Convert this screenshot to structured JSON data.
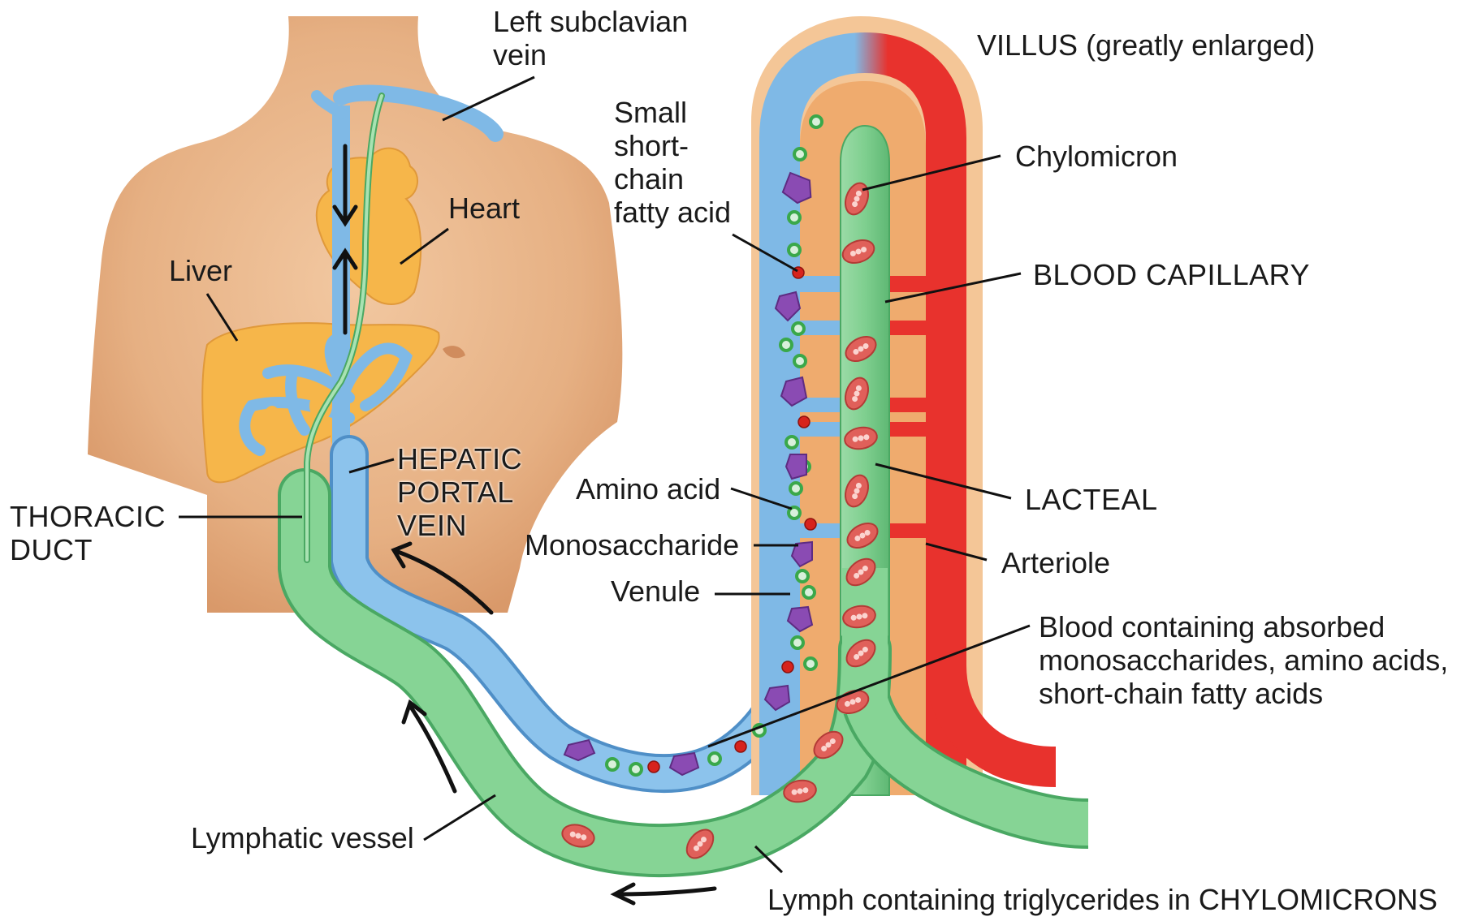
{
  "labels": {
    "left_subclavian_vein": [
      "Left subclavian",
      "vein"
    ],
    "villus": "VILLUS (greatly enlarged)",
    "small_short_chain_fatty_acid": [
      "Small",
      "short-",
      "chain",
      "fatty acid"
    ],
    "chylomicron": "Chylomicron",
    "heart": "Heart",
    "liver": "Liver",
    "blood_capillary": "BLOOD CAPILLARY",
    "hepatic_portal_vein": [
      "HEPATIC",
      "PORTAL",
      "VEIN"
    ],
    "thoracic_duct": [
      "THORACIC",
      "DUCT"
    ],
    "amino_acid": "Amino acid",
    "lacteal": "LACTEAL",
    "monosaccharide": "Monosaccharide",
    "arteriole": "Arteriole",
    "venule": "Venule",
    "blood_containing": [
      "Blood containing absorbed",
      "monosaccharides, amino acids,",
      "short-chain fatty acids"
    ],
    "lymphatic_vessel": "Lymphatic vessel",
    "lymph_containing": "Lymph containing triglycerides in CHYLOMICRONS"
  },
  "colors": {
    "skin": "#e9b98f",
    "skin_shade": "#d99d6e",
    "organ": "#f6b64a",
    "vein_blue": "#7fb9e6",
    "vein_blue_dark": "#4f8fc7",
    "lymph_green": "#7fcf8f",
    "lymph_green_dark": "#4aa863",
    "artery_red": "#e8322d",
    "villus_outer": "#f3c18f",
    "villus_inner": "#efa86a",
    "chylomicron": "#e0605a",
    "amino_acid": "#3aa84a",
    "fatty_acid": "#d7231c",
    "monosaccharide": "#8a4bb3"
  }
}
